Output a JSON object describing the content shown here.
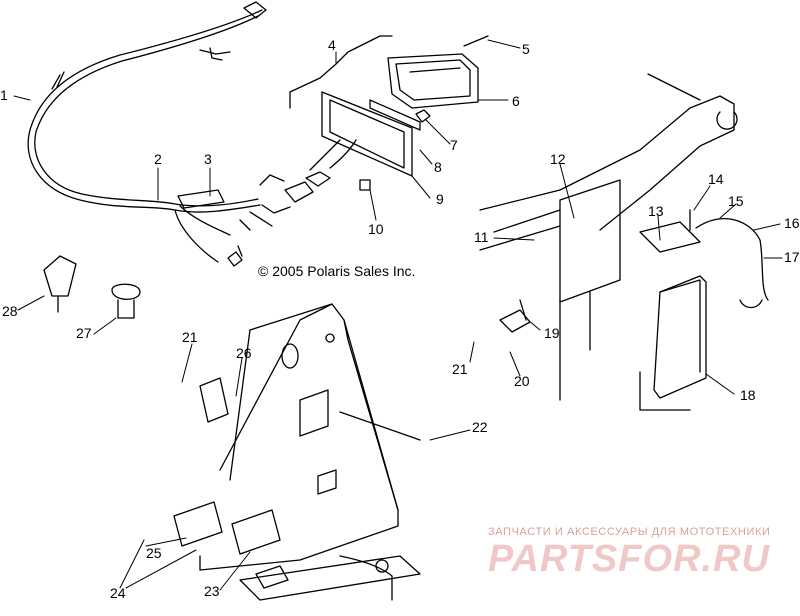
{
  "diagram": {
    "copyright": "© 2005 Polaris Sales Inc.",
    "callouts": {
      "c1": "1",
      "c2": "2",
      "c3": "3",
      "c4": "4",
      "c5": "5",
      "c6": "6",
      "c7": "7",
      "c8": "8",
      "c9": "9",
      "c10": "10",
      "c11": "11",
      "c12": "12",
      "c13": "13",
      "c14": "14",
      "c15": "15",
      "c16": "16",
      "c17": "17",
      "c18": "18",
      "c19": "19",
      "c20": "20",
      "c21a": "21",
      "c21b": "21",
      "c22": "22",
      "c23": "23",
      "c24": "24",
      "c25": "25",
      "c26": "26",
      "c27": "27",
      "c28": "28"
    }
  },
  "watermark": {
    "tagline": "ЗАПЧАСТИ И АКСЕССУАРЫ ДЛЯ МОТОТЕХНИКИ",
    "logo": "PARTSFOR.RU"
  }
}
